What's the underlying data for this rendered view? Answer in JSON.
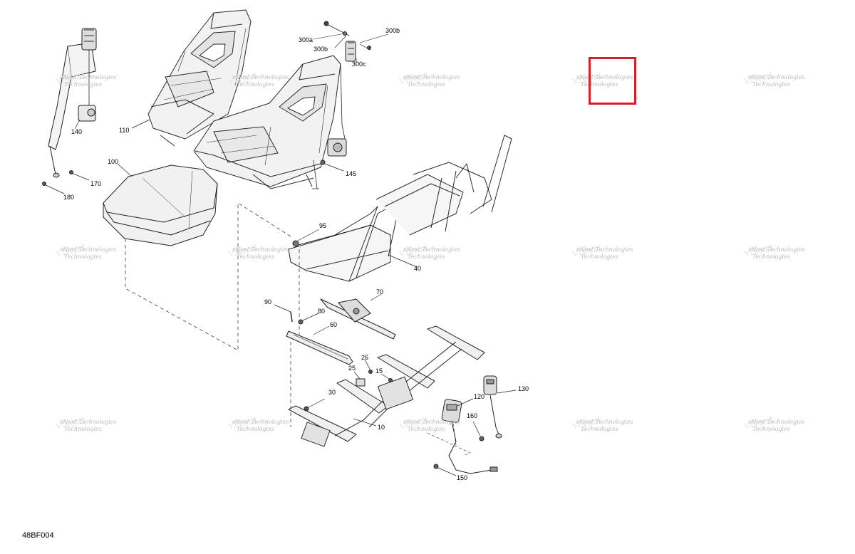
{
  "diagram": {
    "code": "48BF004",
    "watermark_line1": "vNext Technologies",
    "watermark_line2": "Technologies",
    "highlight_color": "#d81f26",
    "callouts": [
      "300a",
      "300b",
      "300b",
      "300c",
      "110",
      "140",
      "100",
      "170",
      "180",
      "145",
      "95",
      "40",
      "90",
      "80",
      "70",
      "60",
      "26",
      "25",
      "15",
      "30",
      "120",
      "130",
      "160",
      "10",
      "150"
    ]
  }
}
